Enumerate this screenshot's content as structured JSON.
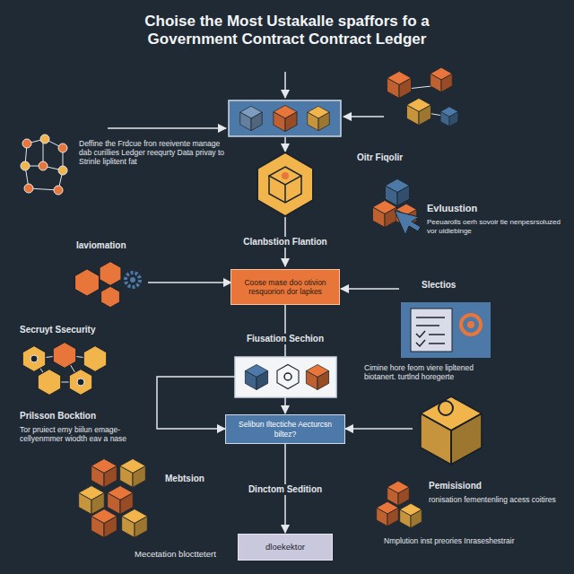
{
  "diagram": {
    "title": "Choise the Most Ustakalle spaffors fo a Government Contract Contract Ledger",
    "nodes": [
      {
        "text": [
          "Coose mase doo otivion resquorion dor lapkes"
        ]
      },
      {
        "text": [
          "Selibun Iltectiche Aecturcsn biltez?"
        ]
      },
      {
        "text": [
          "dloekektor"
        ]
      }
    ],
    "edges": [
      {
        "from": 0,
        "to": 1,
        "arrow": "to",
        "label": "Fiusation Sechion"
      },
      {
        "from": 1,
        "to": 2,
        "arrow": "to",
        "label": "Dinctom Sedition"
      }
    ],
    "labels": [
      "Deffine the Frdcue fron reeivente manage dab curillies Ledger reequrty Data privay to Strinle liplitent fat",
      "Oitr Fiqolir",
      "Evluustion",
      "Peeuarolls oerh sovoir tie nenpesrsoluzed vor uidiebinge",
      "Clanbstion Flantion",
      "Iaviomation",
      "Slectios",
      "Secruyt Ssecurity",
      "Cimine hore feom viere lipltened biotanert. turtlnd horegerte",
      "Prilsson Bocktion",
      "Tor pruiect erny biilun emage- cellyenmmer wiodth eav a nase",
      "Mebtsion",
      "Pemisisiond",
      "ronisation fementenling acess coitires",
      "Nmplution inst preories Inraseshestrair",
      "Mecetation blocttetert"
    ]
  }
}
